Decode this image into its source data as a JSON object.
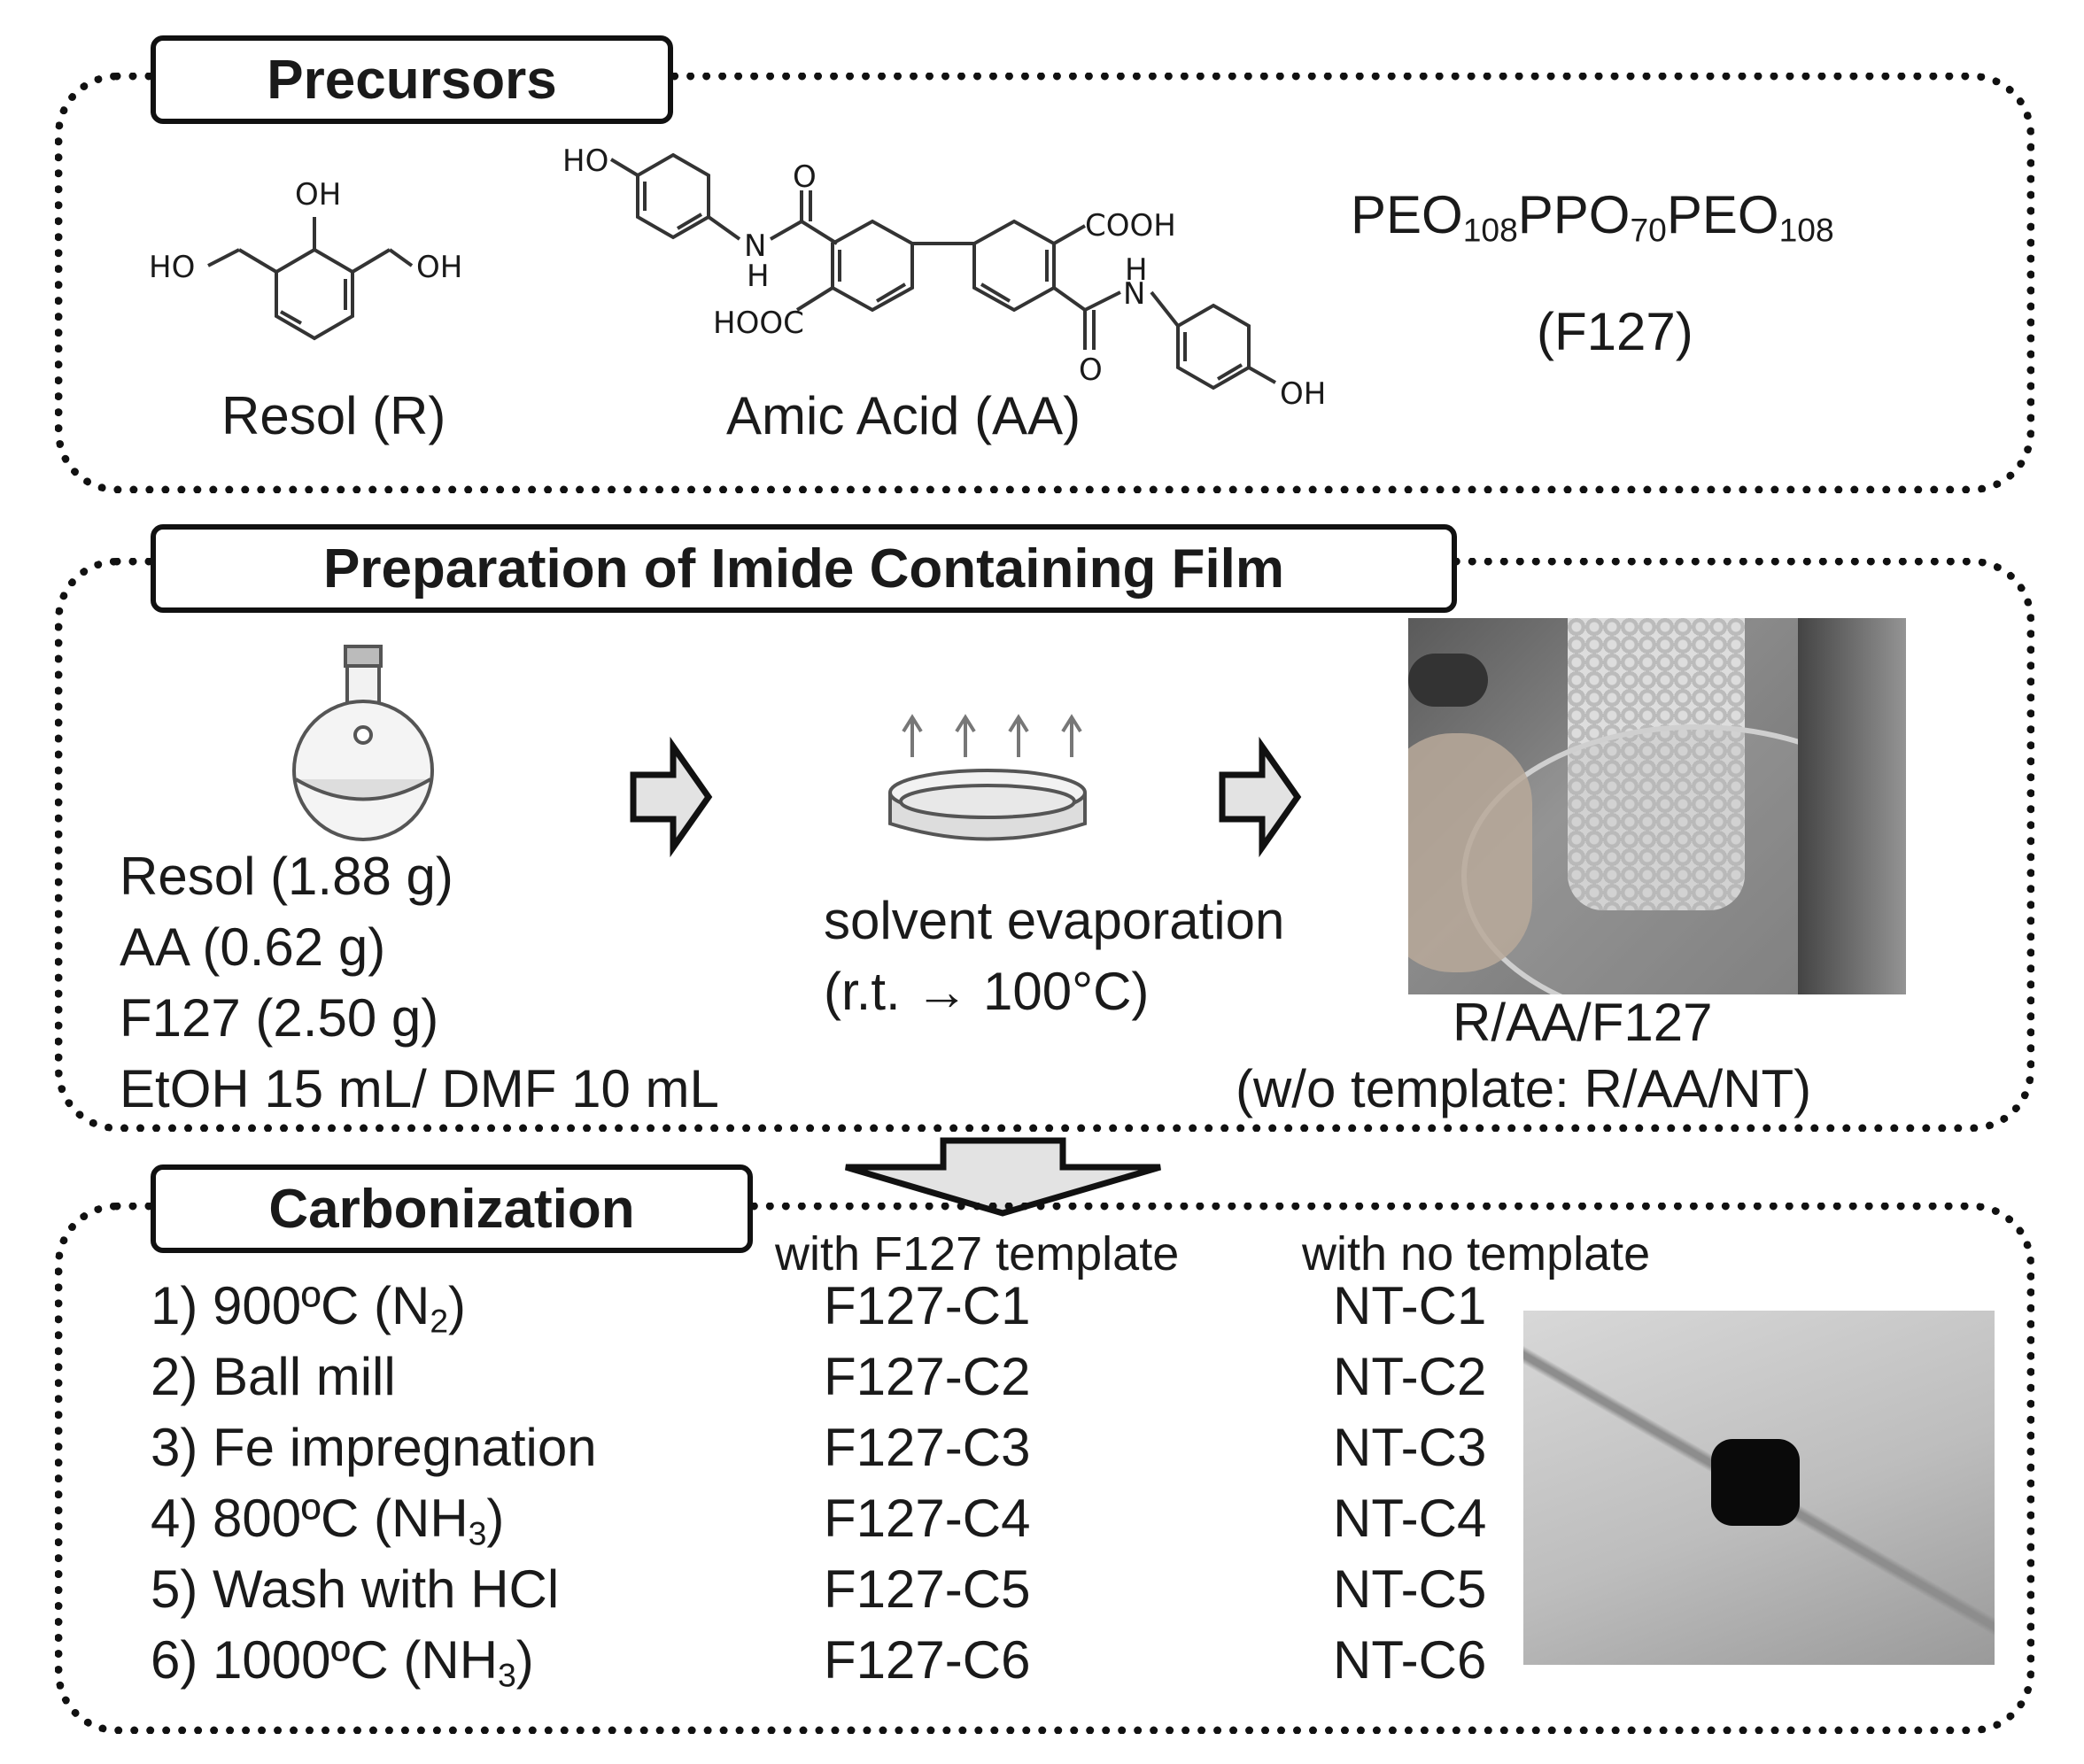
{
  "precursors": {
    "title": "Precursors",
    "resol_label": "Resol (R)",
    "resol_groups": {
      "oh_top": "OH",
      "ho_left": "HO",
      "oh_right": "OH"
    },
    "amic_label": "Amic Acid (AA)",
    "amic_groups": {
      "ho": "HO",
      "o1": "O",
      "nh1_n": "N",
      "nh1_h": "H",
      "hooc": "HOOC",
      "cooh": "COOH",
      "nh2_h": "H",
      "nh2_n": "N",
      "o2": "O",
      "oh": "OH"
    },
    "peo_formula": {
      "a": "PEO",
      "a_sub": "108",
      "b": "PPO",
      "b_sub": "70",
      "c": "PEO",
      "c_sub": "108"
    },
    "f127_label": "(F127)"
  },
  "preparation": {
    "title": "Preparation of Imide Containing Film",
    "ingredients": [
      "Resol (1.88 g)",
      "AA (0.62 g)",
      "F127 (2.50 g)",
      "EtOH 15 mL/ DMF 10 mL"
    ],
    "step_line1": "solvent evaporation",
    "step_line2": "(r.t. → 100°C)",
    "film_label": "R/AA/F127",
    "film_note": "(w/o template: R/AA/NT)"
  },
  "carbonization": {
    "title": "Carbonization",
    "col_with": "with F127 template",
    "col_without": "with no template",
    "steps": [
      {
        "prefix": "1) 900ºC (N",
        "sub": "2",
        "suffix": ")"
      },
      {
        "prefix": "2) Ball mill",
        "sub": "",
        "suffix": ""
      },
      {
        "prefix": "3) Fe impregnation",
        "sub": "",
        "suffix": ""
      },
      {
        "prefix": "4) 800ºC (NH",
        "sub": "3",
        "suffix": ")"
      },
      {
        "prefix": "5) Wash with HCl",
        "sub": "",
        "suffix": ""
      },
      {
        "prefix": "6) 1000ºC    (NH",
        "sub": "3",
        "suffix": ")"
      }
    ],
    "with_template": [
      "F127-C1",
      "F127-C2",
      "F127-C3",
      "F127-C4",
      "F127-C5",
      "F127-C6"
    ],
    "no_template": [
      "NT-C1",
      "NT-C2",
      "NT-C3",
      "NT-C4",
      "NT-C5",
      "NT-C6"
    ]
  }
}
